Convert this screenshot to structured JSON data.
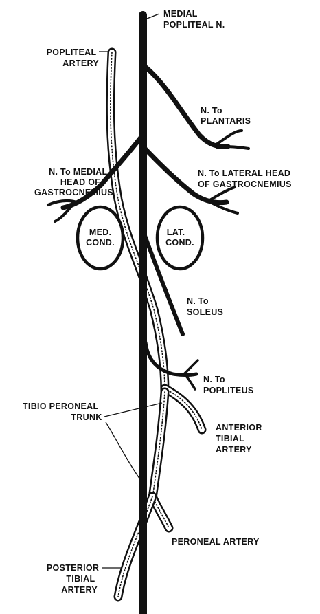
{
  "labels": {
    "medial_popliteal": [
      "MEDIAL",
      "POPLITEAL N."
    ],
    "popliteal_artery": [
      "POPLITEAL",
      "ARTERY"
    ],
    "n_to_plantaris": [
      "N. To",
      "PLANTARIS"
    ],
    "n_to_medial_head": [
      "N. To MEDIAL",
      "HEAD OF",
      "GASTROCNEMIUS"
    ],
    "n_to_lateral_head": [
      "N. To LATERAL HEAD",
      "OF GASTROCNEMIUS"
    ],
    "med_cond": [
      "MED.",
      "COND."
    ],
    "lat_cond": [
      "LAT.",
      "COND."
    ],
    "n_to_soleus": [
      "N. To",
      "SOLEUS"
    ],
    "n_to_popliteus": [
      "N. To",
      "POPLITEUS"
    ],
    "tibio_peroneal": [
      "TIBIO PERONEAL",
      "TRUNK"
    ],
    "anterior_tibial": [
      "ANTERIOR",
      "TIBIAL",
      "ARTERY"
    ],
    "peroneal_artery": [
      "PERONEAL ARTERY"
    ],
    "posterior_tibial": [
      "POSTERIOR",
      "TIBIAL",
      "ARTERY"
    ]
  }
}
